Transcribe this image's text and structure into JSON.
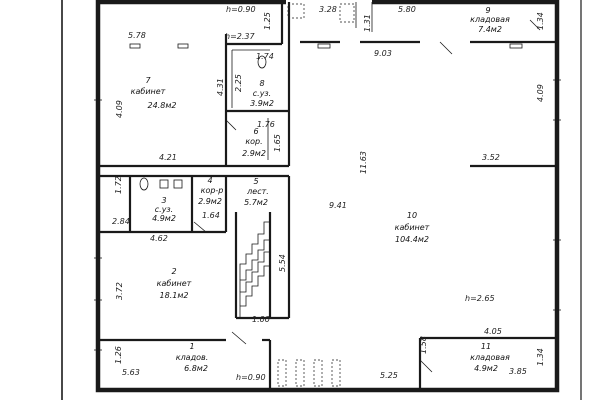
{
  "rooms": [
    {
      "id": "7",
      "name": "кабинет",
      "area": "24.8м2"
    },
    {
      "id": "8",
      "name": "с.уз.",
      "area": "3.9м2"
    },
    {
      "id": "6",
      "name": "кор.",
      "area": "2.9м2"
    },
    {
      "id": "9",
      "name": "кладовая",
      "area": "7.4м2"
    },
    {
      "id": "10",
      "name": "кабинет",
      "area": "104.4м2"
    },
    {
      "id": "3",
      "name": "с.уз.",
      "area": "4.9м2"
    },
    {
      "id": "4",
      "name": "кор-р",
      "area": "2.9м2"
    },
    {
      "id": "5",
      "name": "лест.",
      "area": "5.7м2"
    },
    {
      "id": "2",
      "name": "кабинет",
      "area": "18.1м2"
    },
    {
      "id": "1",
      "name": "кладов.",
      "area": "6.8м2"
    },
    {
      "id": "11",
      "name": "кладовая",
      "area": "4.9м2"
    }
  ],
  "dimensions": {
    "h_top": "h=0.90",
    "h_mid": "h=2.37",
    "h_big": "h=2.65",
    "h_bottom": "h=0.90",
    "d_578": "5.78",
    "d_125": "1.25",
    "d_328": "3.28",
    "d_131": "1.31",
    "d_580": "5.80",
    "d_134a": "1.34",
    "d_174": "1.74",
    "d_903": "9.03",
    "d_225": "2.25",
    "d_431": "4.31",
    "d_409a": "4.09",
    "d_409b": "4.09",
    "d_176": "1.76",
    "d_165": "1.65",
    "d_1163": "11.63",
    "d_421": "4.21",
    "d_352": "3.52",
    "d_172": "1.72",
    "d_941": "9.41",
    "d_164": "1.64",
    "d_284": "2.84",
    "d_462": "4.62",
    "d_554": "5.54",
    "d_372": "3.72",
    "d_100": "1.00",
    "d_405": "4.05",
    "d_158": "1.58",
    "d_126": "1.26",
    "d_134b": "1.34",
    "d_563": "5.63",
    "d_525": "5.25",
    "d_385": "3.85"
  }
}
